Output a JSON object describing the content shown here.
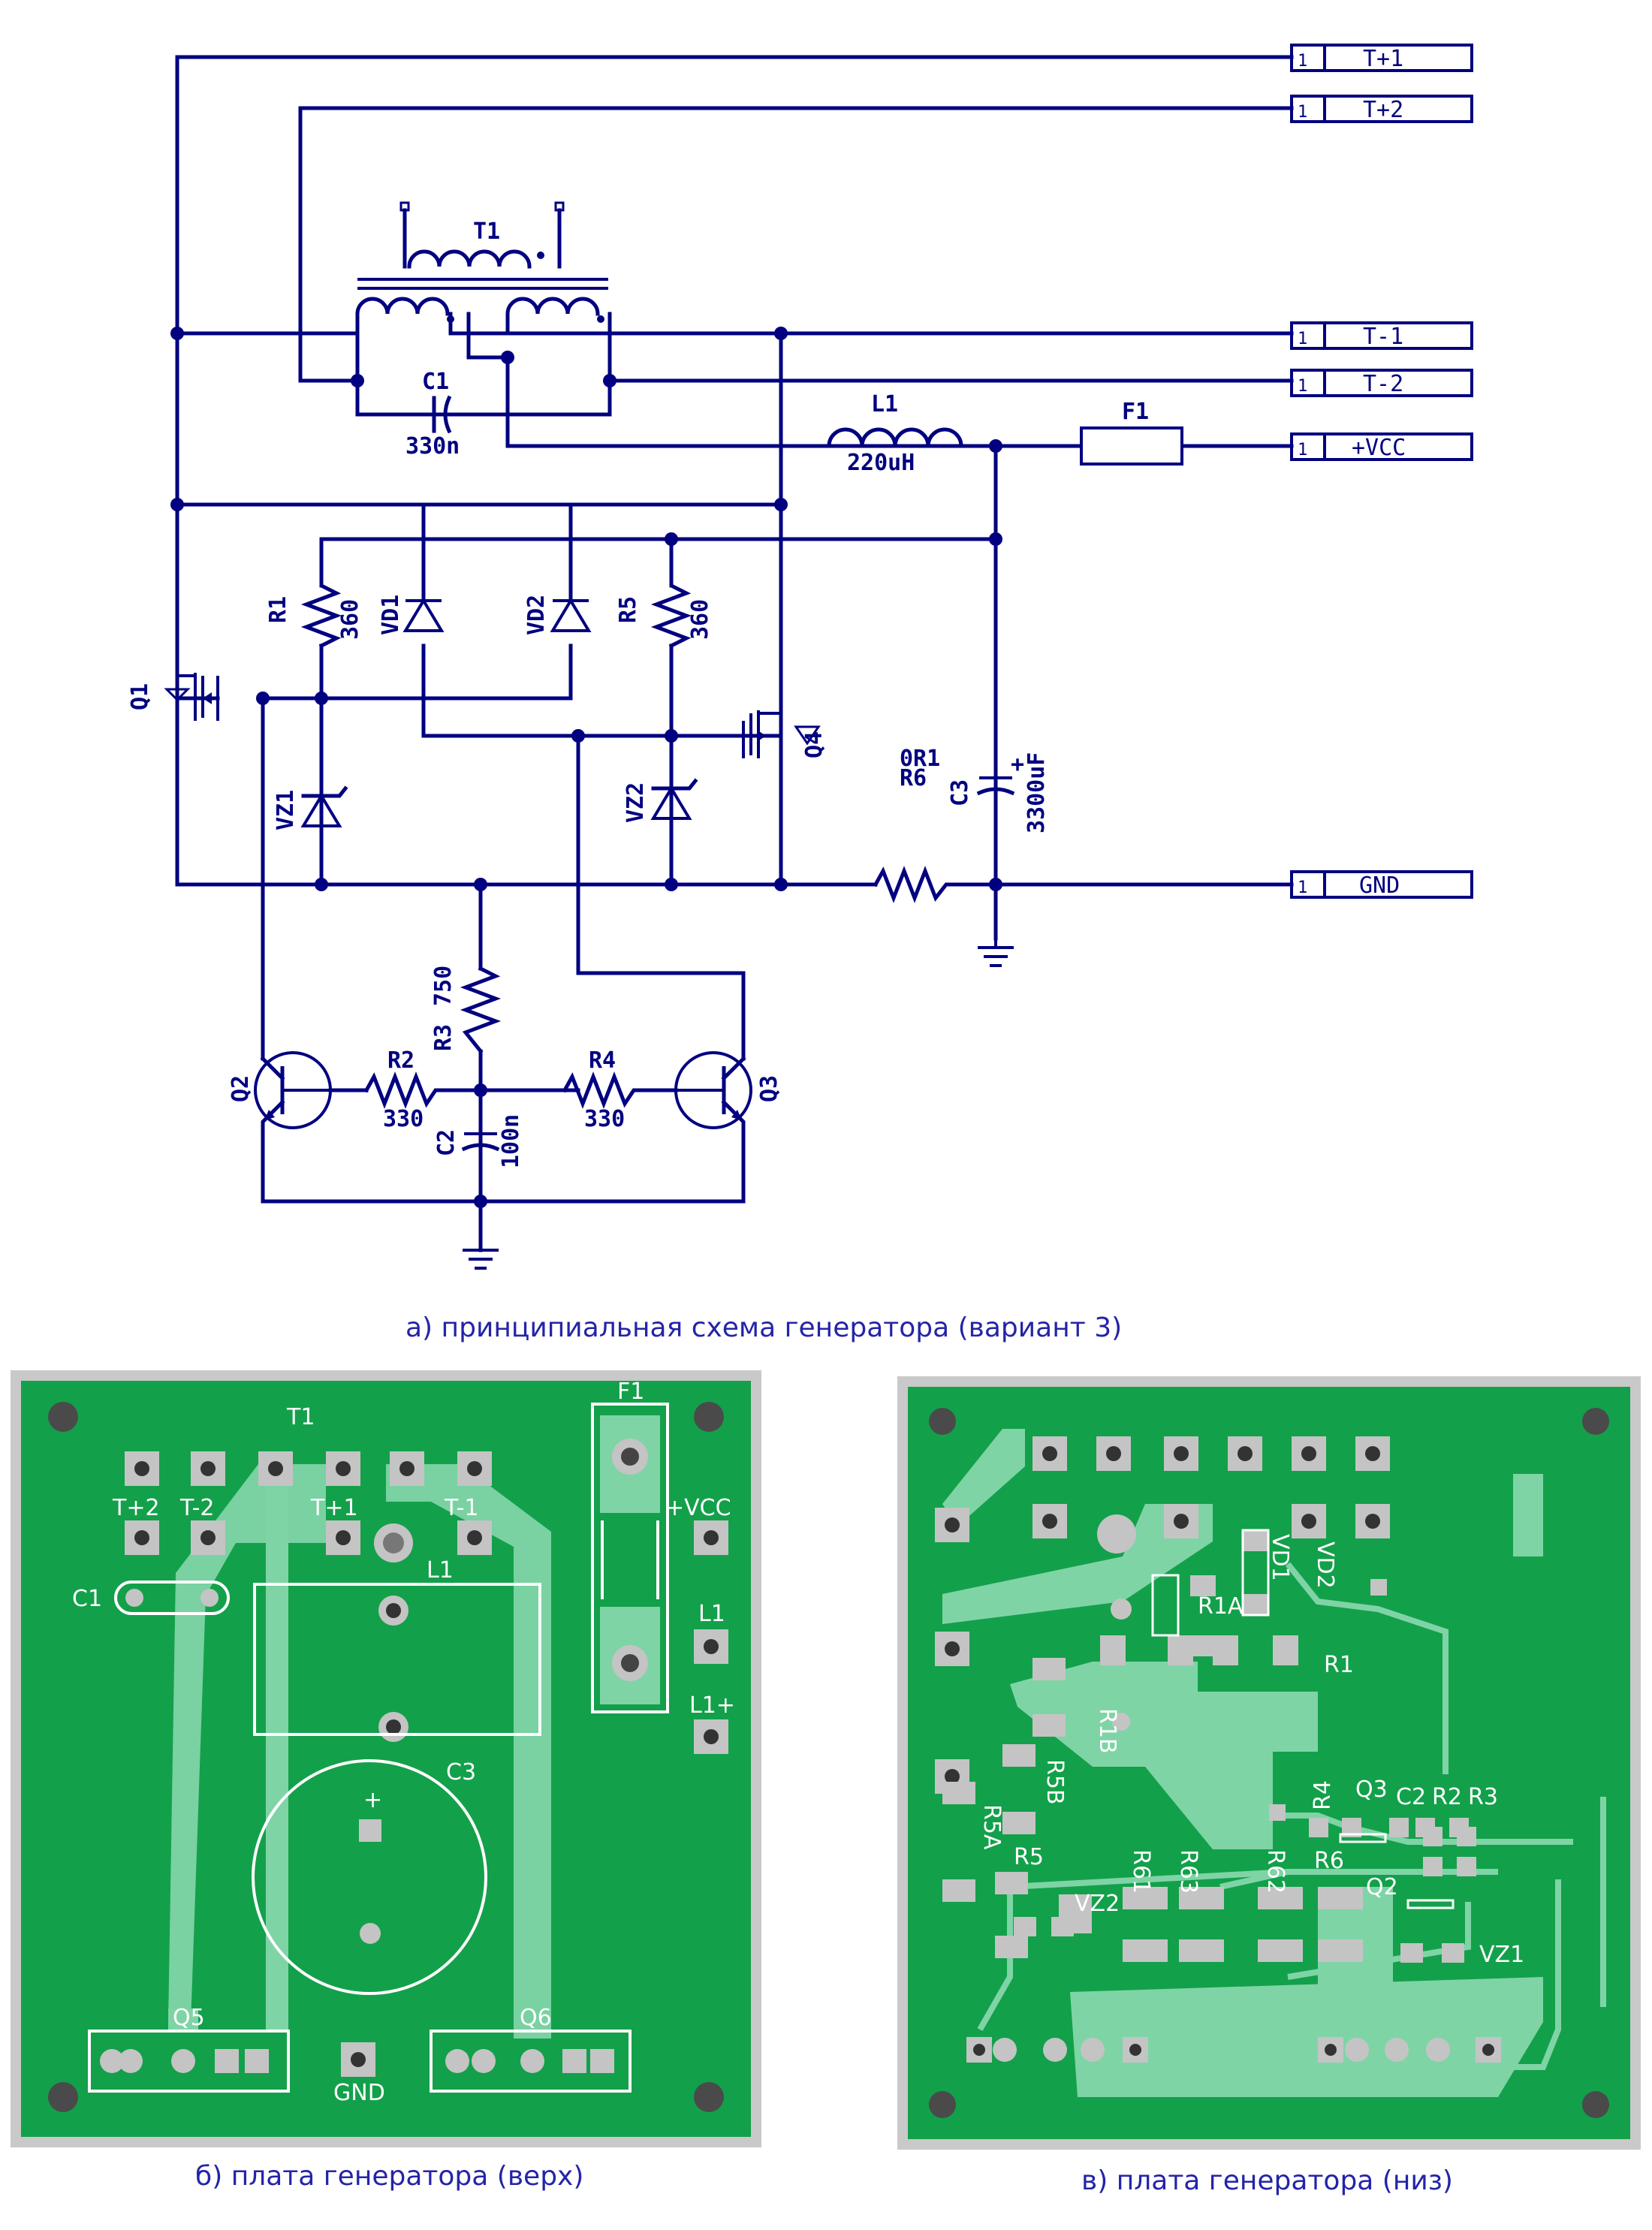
{
  "schematic": {
    "connectors": [
      {
        "pin": "1",
        "net": "T+1"
      },
      {
        "pin": "1",
        "net": "T+2"
      },
      {
        "pin": "1",
        "net": "T-1"
      },
      {
        "pin": "1",
        "net": "T-2"
      },
      {
        "pin": "1",
        "net": "+VCC"
      },
      {
        "pin": "1",
        "net": "GND"
      }
    ],
    "components": {
      "t1": "T1",
      "c1": {
        "ref": "C1",
        "value": "330n"
      },
      "l1": {
        "ref": "L1",
        "value": "220uH"
      },
      "f1": {
        "ref": "F1"
      },
      "r1": {
        "ref": "R1",
        "value": "360"
      },
      "r5": {
        "ref": "R5",
        "value": "360"
      },
      "vd1": "VD1",
      "vd2": "VD2",
      "q1": "Q1",
      "q4": "Q4",
      "vz1": "VZ1",
      "vz2": "VZ2",
      "r6": {
        "ref": "R6",
        "value": "0R1"
      },
      "c3": {
        "ref": "C3",
        "value": "3300uF"
      },
      "r3": {
        "ref": "R3",
        "value": "750"
      },
      "r2": {
        "ref": "R2",
        "value": "330"
      },
      "r4": {
        "ref": "R4",
        "value": "330"
      },
      "c2": {
        "ref": "C2",
        "value": "100n"
      },
      "q2": "Q2",
      "q3": "Q3",
      "cap_plus": "+"
    },
    "caption": "а) принципиальная схема генератора (вариант 3)"
  },
  "pcb_top": {
    "labels": {
      "t1": "T1",
      "f1": "F1",
      "t_plus_2": "T+2",
      "t_minus_2": "T-2",
      "t_plus_1": "T+1",
      "t_minus_1": "T-1",
      "vcc": "+VCC",
      "c1": "C1",
      "l1": "L1",
      "l1_pad": "L1",
      "l1_plus_pad": "L1+",
      "c3": "C3",
      "c3_plus": "+",
      "q5": "Q5",
      "q6": "Q6",
      "gnd": "GND"
    },
    "caption": "б) плата генератора (верх)"
  },
  "pcb_bottom": {
    "labels": {
      "r1a": "R1A",
      "r1b": "R1B",
      "r1": "R1",
      "vd1": "VD1",
      "vd2": "VD2",
      "r5b": "R5B",
      "r5a": "R5A",
      "r5": "R5",
      "r61": "R61",
      "r63": "R63",
      "r62": "R62",
      "r6": "R6",
      "r4": "R4",
      "q3": "Q3",
      "c2": "C2",
      "r2": "R2",
      "r3": "R3",
      "q2": "Q2",
      "vz2": "VZ2",
      "vz1": "VZ1"
    },
    "caption": "в) плата генератора (низ)"
  },
  "colors": {
    "wire": "#000080",
    "caption": "#2424a8",
    "board": "#13a04a",
    "board_frame": "#c9c9c9",
    "trace": "#7fd4a6",
    "pad": "#c4c4c4"
  }
}
